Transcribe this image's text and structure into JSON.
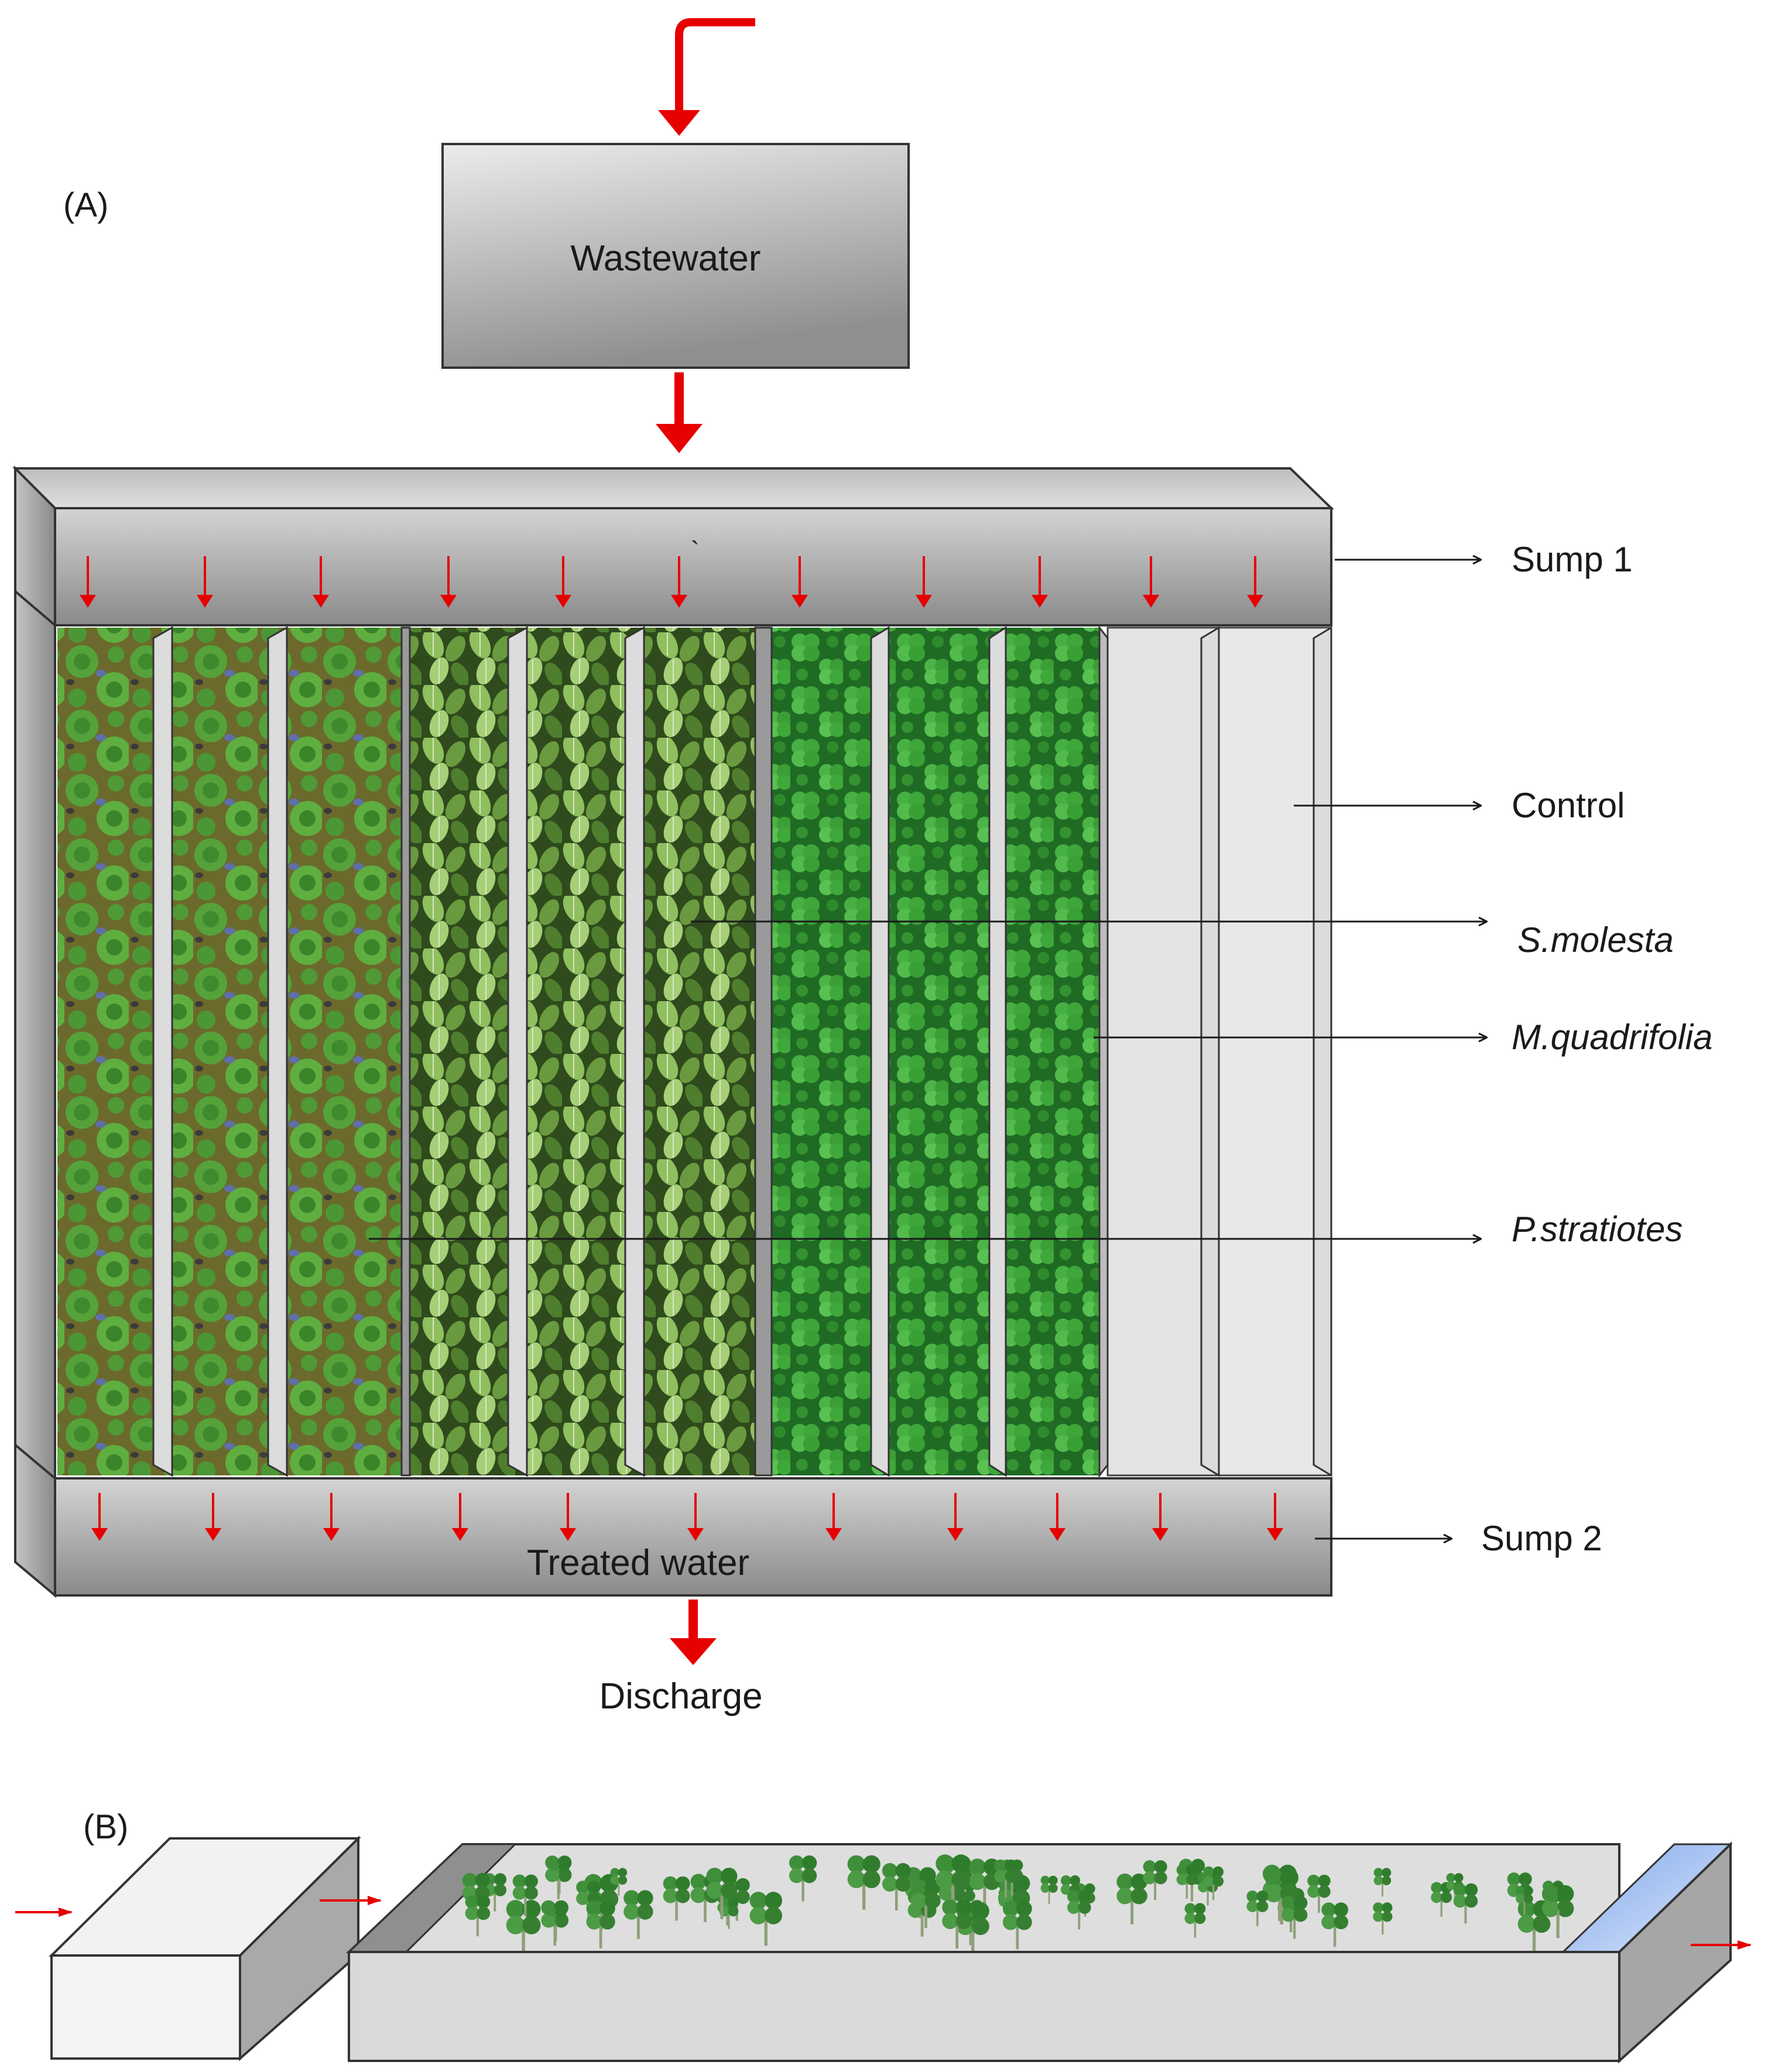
{
  "panel_a": {
    "label": "(A)",
    "wastewater": "Wastewater",
    "treated_water": "Treated water",
    "discharge": "Discharge",
    "stray_mark": "`",
    "callouts": {
      "sump1": "Sump 1",
      "control": "Control",
      "s_molesta": "S.molesta",
      "m_quadrifolia": "M.quadrifolia",
      "p_stratiotes": "P.stratiotes",
      "sump2": "Sump 2"
    }
  },
  "panel_b": {
    "label": "(B)"
  },
  "colors": {
    "arrow_red": "#e60000",
    "box_gray_light": "#d9d9d9",
    "box_gray_dark": "#8c8c8c",
    "p_stratiotes_green": "#5c9e3a",
    "s_molesta_green": "#6f9e45",
    "m_quadrifolia_green": "#3fa63a",
    "control_gray": "#e6e6e6",
    "outlet_blue": "#9bbcf0"
  },
  "icons": [
    "arrow-down-icon",
    "arrow-right-icon",
    "clover-icon"
  ]
}
